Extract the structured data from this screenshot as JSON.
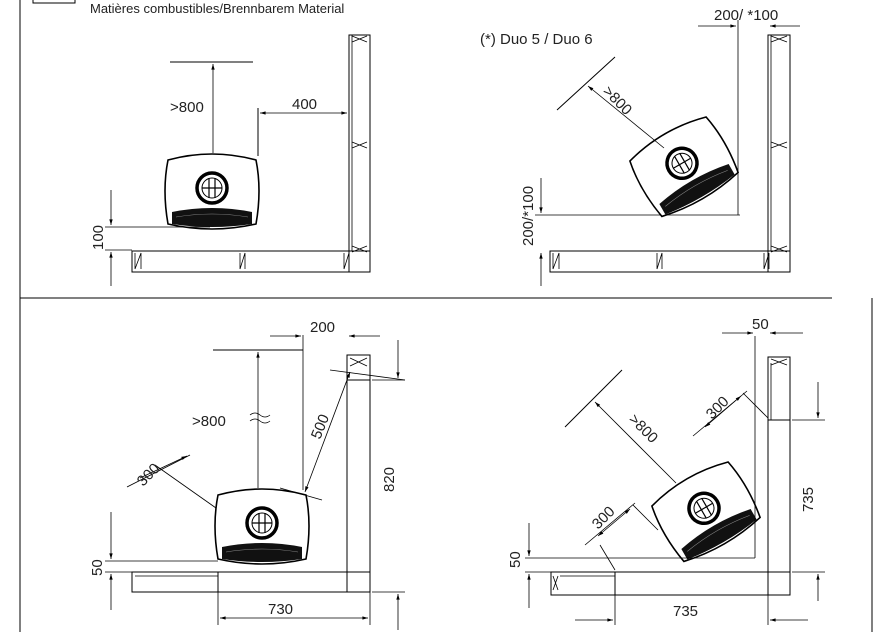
{
  "legend": {
    "label": "Matières combustibles/Brennbarem Material"
  },
  "panels": {
    "top_left": {
      "height_clearance": ">800",
      "side_distance": "400",
      "floor_distance": "100"
    },
    "top_right": {
      "note": "(*) Duo 5 / Duo 6",
      "top_distance": "200/ *100",
      "diagonal_clearance": ">800",
      "side_distance": "200/*100"
    },
    "bottom_left": {
      "top_distance": "200",
      "height_clearance": ">800",
      "diagonal_distance": "500",
      "side_clearance": "300",
      "wall_height": "820",
      "floor_distance": "50",
      "wall_width": "730"
    },
    "bottom_right": {
      "top_distance": "50",
      "diagonal_clearance": ">800",
      "right_clearance": "300",
      "left_clearance": "300",
      "wall_height": "735",
      "floor_distance": "50",
      "wall_width": "735"
    }
  }
}
